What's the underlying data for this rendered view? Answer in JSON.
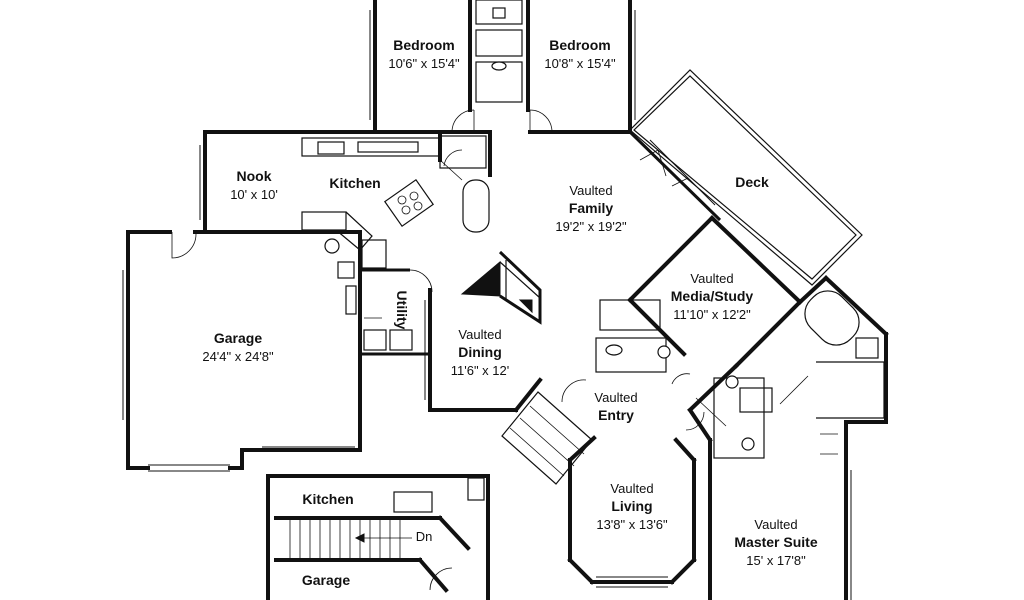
{
  "plan": {
    "rooms": {
      "bedroom_left": {
        "name": "Bedroom",
        "size": "10'6\" x 15'4\""
      },
      "bedroom_right": {
        "name": "Bedroom",
        "size": "10'8\" x 15'4\""
      },
      "nook": {
        "name": "Nook",
        "size": "10' x 10'"
      },
      "kitchen": {
        "name": "Kitchen"
      },
      "family": {
        "prefix": "Vaulted",
        "name": "Family",
        "size": "19'2\" x 19'2\""
      },
      "deck": {
        "name": "Deck"
      },
      "garage": {
        "name": "Garage",
        "size": "24'4\" x 24'8\""
      },
      "utility": {
        "name": "Utility"
      },
      "dining": {
        "prefix": "Vaulted",
        "name": "Dining",
        "size": "11'6\" x 12'"
      },
      "media": {
        "prefix": "Vaulted",
        "name": "Media/Study",
        "size": "11'10\" x 12'2\""
      },
      "entry": {
        "prefix": "Vaulted",
        "name": "Entry"
      },
      "living": {
        "prefix": "Vaulted",
        "name": "Living",
        "size": "13'8\" x 13'6\""
      },
      "master": {
        "prefix": "Vaulted",
        "name": "Master Suite",
        "size": "15' x 17'8\""
      }
    },
    "inset": {
      "kitchen": "Kitchen",
      "garage": "Garage",
      "stair_dn": "Dn"
    }
  }
}
